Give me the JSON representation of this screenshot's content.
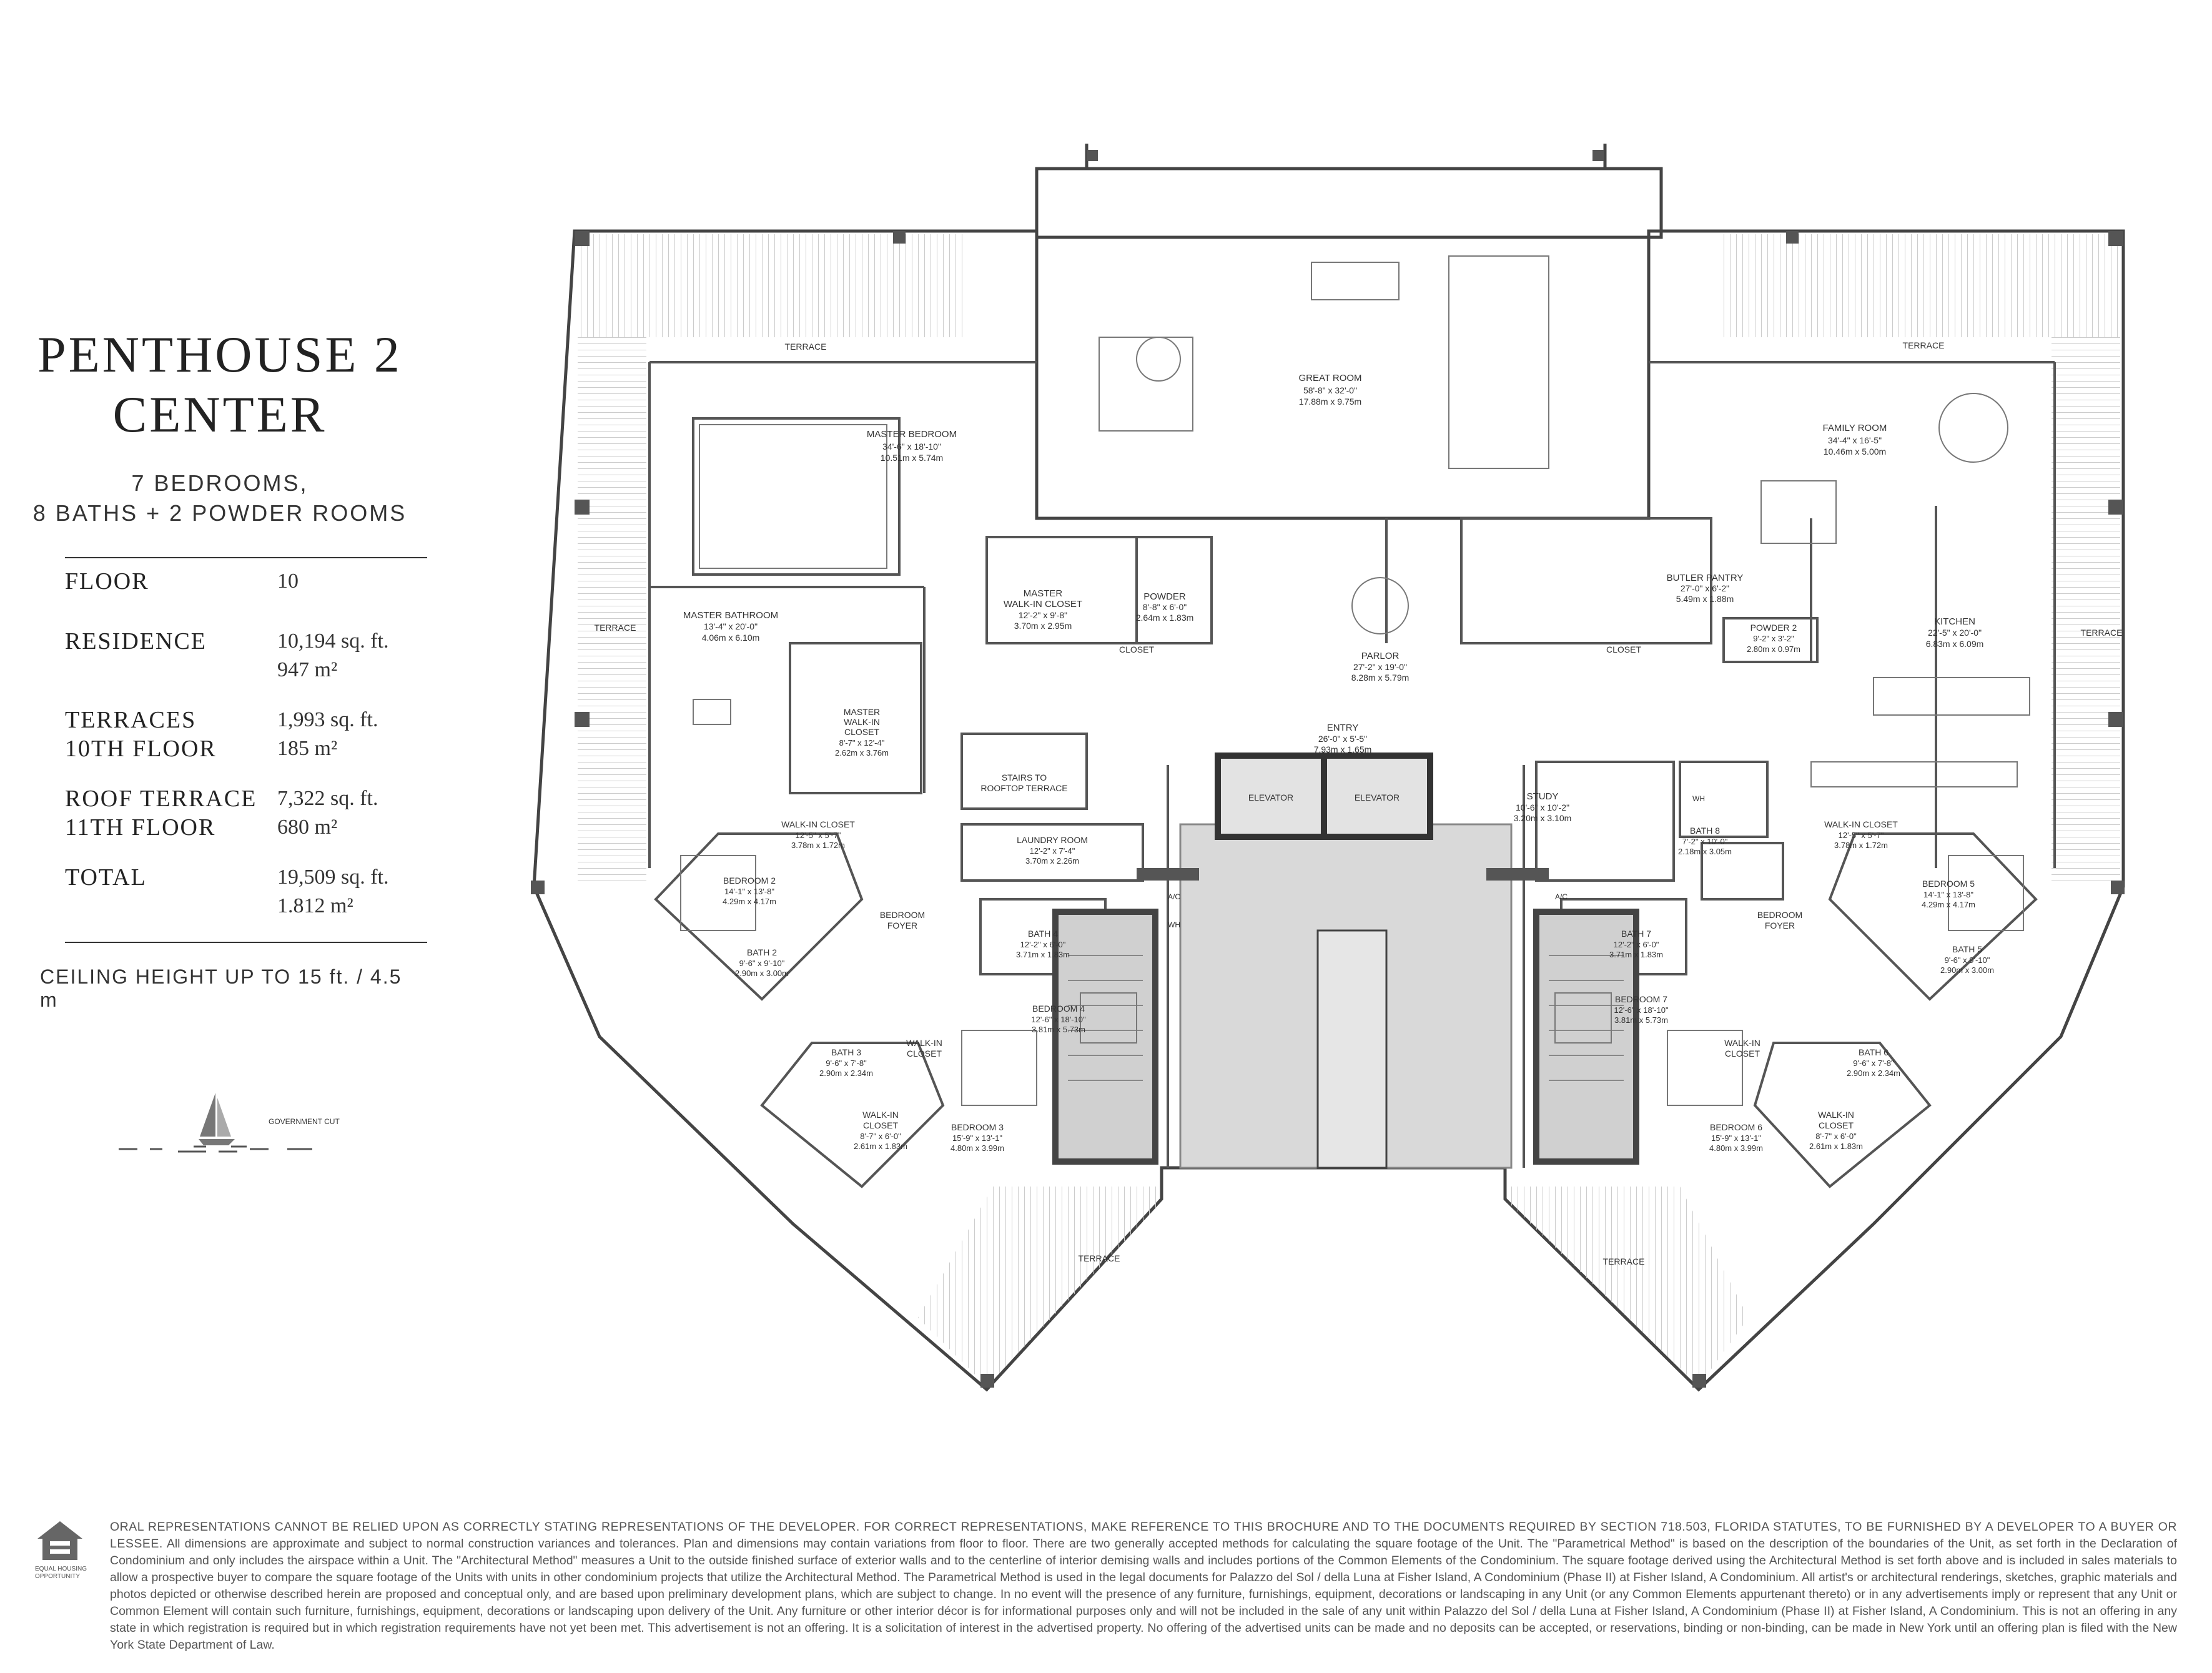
{
  "sidebar": {
    "title_line1": "PENTHOUSE 2",
    "title_line2": "CENTER",
    "subtitle_line1": "7 BEDROOMS,",
    "subtitle_line2": "8 BATHS + 2 POWDER ROOMS",
    "stats": [
      {
        "label": "FLOOR",
        "label2": "",
        "value": "10",
        "value2": ""
      },
      {
        "label": "RESIDENCE",
        "label2": "",
        "value": "10,194 sq. ft.",
        "value2": "947 m²"
      },
      {
        "label": "TERRACES",
        "label2": "10TH FLOOR",
        "value": "1,993 sq. ft.",
        "value2": "185 m²"
      },
      {
        "label": "ROOF TERRACE",
        "label2": "11TH FLOOR",
        "value": "7,322 sq. ft.",
        "value2": "680 m²"
      },
      {
        "label": "TOTAL",
        "label2": "",
        "value": "19,509 sq. ft.",
        "value2": "1.812 m²"
      }
    ],
    "ceiling": "CEILING HEIGHT UP TO 15 ft. / 4.5 m",
    "compass_label": "GOVERNMENT CUT"
  },
  "rooms": {
    "great_room": {
      "name": "GREAT ROOM",
      "dim": "58'-8\" x 32'-0\"",
      "metric": "17.88m x 9.75m"
    },
    "master_bedroom": {
      "name": "MASTER BEDROOM",
      "dim": "34'-6\" x 18'-10\"",
      "metric": "10.51m x 5.74m"
    },
    "family_room": {
      "name": "FAMILY ROOM",
      "dim": "34'-4\" x 16'-5\"",
      "metric": "10.46m x 5.00m"
    },
    "master_bathroom": {
      "name": "MASTER BATHROOM",
      "dim": "13'-4\" x 20'-0\"",
      "metric": "4.06m x 6.10m"
    },
    "master_walkin_1": {
      "name1": "MASTER",
      "name2": "WALK-IN CLOSET",
      "dim": "12'-2\" x 9'-8\"",
      "metric": "3.70m x 2.95m"
    },
    "powder": {
      "name": "POWDER",
      "dim": "8'-8\" x 6'-0\"",
      "metric": "2.64m x 1.83m"
    },
    "parlor": {
      "name": "PARLOR",
      "dim": "27'-2\" x 19'-0\"",
      "metric": "8.28m x 5.79m"
    },
    "butler_pantry": {
      "name": "BUTLER PANTRY",
      "dim": "27'-0\" x 6'-2\"",
      "metric": "5.49m x 1.88m"
    },
    "powder_2": {
      "name": "POWDER 2",
      "dim": "9'-2\" x 3'-2\"",
      "metric": "2.80m x 0.97m"
    },
    "kitchen": {
      "name": "KITCHEN",
      "dim": "22'-5\" x 20'-0\"",
      "metric": "6.83m x 6.09m"
    },
    "master_walkin_2": {
      "name1": "MASTER",
      "name2": "WALK-IN",
      "name3": "CLOSET",
      "dim": "8'-7\" x 12'-4\"",
      "metric": "2.62m x 3.76m"
    },
    "stairs": {
      "name1": "STAIRS TO",
      "name2": "ROOFTOP TERRACE"
    },
    "entry": {
      "name": "ENTRY",
      "dim": "26'-0\" x 5'-5\"",
      "metric": "7.93m x 1.65m"
    },
    "study": {
      "name": "STUDY",
      "dim": "10'-6\" x 10'-2\"",
      "metric": "3.20m x 3.10m"
    },
    "laundry": {
      "name": "LAUNDRY ROOM",
      "dim": "12'-2\" x 7'-4\"",
      "metric": "3.70m x 2.26m"
    },
    "bath_8": {
      "name": "BATH 8",
      "dim": "7'-2\" x 10'-0\"",
      "metric": "2.18m x 3.05m"
    },
    "walkin_left": {
      "name": "WALK-IN CLOSET",
      "dim": "12'-5\" x 5'-7\"",
      "metric": "3.78m x 1.72m"
    },
    "walkin_right": {
      "name": "WALK-IN CLOSET",
      "dim": "12'-5\" x 5'-7\"",
      "metric": "3.78m x 1.72m"
    },
    "bedroom_2": {
      "name": "BEDROOM 2",
      "dim": "14'-1\" x 13'-8\"",
      "metric": "4.29m x 4.17m"
    },
    "bedroom_5": {
      "name": "BEDROOM 5",
      "dim": "14'-1\" x 13'-8\"",
      "metric": "4.29m x 4.17m"
    },
    "bath_4": {
      "name": "BATH 4",
      "dim": "12'-2\" x 6'-0\"",
      "metric": "3.71m x 1.83m"
    },
    "bath_7": {
      "name": "BATH 7",
      "dim": "12'-2\" x 6'-0\"",
      "metric": "3.71m x 1.83m"
    },
    "bath_2": {
      "name": "BATH 2",
      "dim": "9'-6\" x 9'-10\"",
      "metric": "2.90m x 3.00m"
    },
    "bath_5": {
      "name": "BATH 5",
      "dim": "9'-6\" x 9'-10\"",
      "metric": "2.90m x 3.00m"
    },
    "bedroom_4": {
      "name": "BEDROOM 4",
      "dim": "12'-6\" x 18'-10\"",
      "metric": "3.81m x 5.73m"
    },
    "bedroom_7": {
      "name": "BEDROOM 7",
      "dim": "12'-6\" x 18'-10\"",
      "metric": "3.81m x 5.73m"
    },
    "bath_3": {
      "name": "BATH 3",
      "dim": "9'-6\" x 7'-8\"",
      "metric": "2.90m x 2.34m"
    },
    "bath_6": {
      "name": "BATH 6",
      "dim": "9'-6\" x 7'-8\"",
      "metric": "2.90m x 2.34m"
    },
    "walkin_b3": {
      "name1": "WALK-IN",
      "name2": "CLOSET",
      "dim": "8'-7\" x 6'-0\"",
      "metric": "2.61m x 1.83m"
    },
    "walkin_b6": {
      "name1": "WALK-IN",
      "name2": "CLOSET",
      "dim": "8'-7\" x 6'-0\"",
      "metric": "2.61m x 1.83m"
    },
    "bedroom_3": {
      "name": "BEDROOM 3",
      "dim": "15'-9\" x 13'-1\"",
      "metric": "4.80m x 3.99m"
    },
    "bedroom_6": {
      "name": "BEDROOM 6",
      "dim": "15'-9\" x 13'-1\"",
      "metric": "4.80m x 3.99m"
    }
  },
  "labels": {
    "terrace": "TERRACE",
    "closet": "CLOSET",
    "walkin_closet1": "WALK-IN",
    "walkin_closet2": "CLOSET",
    "bedroom_foyer1": "BEDROOM",
    "bedroom_foyer2": "FOYER",
    "elevator": "ELEVATOR",
    "ac": "A/C",
    "wh": "WH"
  },
  "footer": {
    "eho_line1": "EQUAL HOUSING",
    "eho_line2": "OPPORTUNITY",
    "disclaimer_lead": "ORAL REPRESENTATIONS CANNOT BE RELIED UPON AS CORRECTLY STATING REPRESENTATIONS OF THE DEVELOPER. FOR CORRECT REPRESENTATIONS, MAKE REFERENCE TO THIS BROCHURE AND TO THE DOCUMENTS REQUIRED BY SECTION 718.503, FLORIDA STATUTES, TO BE FURNISHED BY A DEVELOPER TO A BUYER OR LESSEE.",
    "disclaimer_body": "All dimensions are approximate and subject to normal construction variances and tolerances. Plan and dimensions may contain variations from floor to floor. There are two generally accepted methods for calculating the square footage of the Unit. The \"Parametrical Method\" is based on the description of the boundaries of the Unit, as set forth in the Declaration of Condominium and only includes the airspace within a Unit. The \"Architectural Method\" measures a Unit to the outside finished surface of exterior walls and to the centerline of interior demising walls and includes portions of the Common Elements of the Condominium. The square footage derived using the Architectural Method is set forth above and is included in sales materials to allow a prospective buyer to compare the square footage of the Units with units in other condominium projects that utilize the Architectural Method. The Parametrical Method is used in the legal documents for Palazzo del Sol / della Luna at Fisher Island, A Condominium (Phase II) at Fisher Island, A Condominium. All artist's or architectural renderings, sketches, graphic materials and photos depicted or otherwise described herein are proposed and conceptual only, and are based upon preliminary development plans, which are subject to change. In no event will the presence of any furniture, furnishings, equipment, decorations or landscaping in any Unit (or any Common Elements appurtenant thereto) or in any advertisements imply or represent that any Unit or Common Element will contain such furniture, furnishings, equipment, decorations or landscaping upon delivery of the Unit. Any furniture or other interior décor is for informational purposes only and will not be included in the sale of any unit within Palazzo del Sol / della Luna at Fisher Island, A Condominium (Phase II) at Fisher Island, A Condominium. This is not an offering in any state in which registration is required but in which registration requirements have not yet been met. This advertisement is not an offering. It is a solicitation of interest in the advertised property. No offering of the advertised units can be made and no deposits can be accepted, or reservations, binding or non-binding, can be made in New York until an offering plan is filed with the New York State Department of Law."
  }
}
